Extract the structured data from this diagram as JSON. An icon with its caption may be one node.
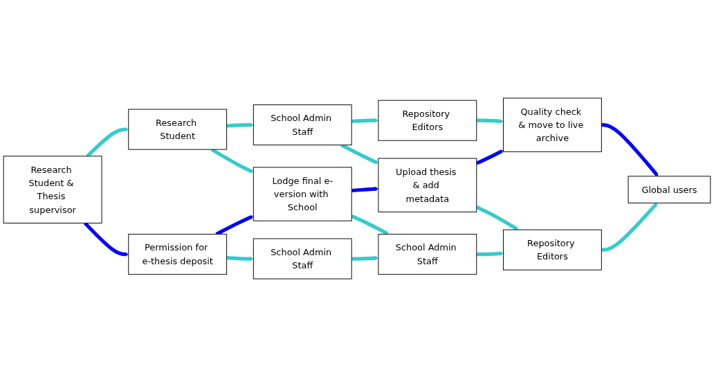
{
  "diagram": {
    "nodes": [
      {
        "text": [
          "Research Student & Thesis supervisor"
        ]
      },
      {
        "text": [
          "Research Student"
        ]
      },
      {
        "text": [
          "School Admin Staff"
        ]
      },
      {
        "text": [
          "Repository Editors"
        ]
      },
      {
        "text": [
          "Permission for e-thesis deposit"
        ]
      },
      {
        "text": [
          "Lodge final e-version with School"
        ]
      },
      {
        "text": [
          "Upload thesis & add metadata"
        ]
      },
      {
        "text": [
          "Quality check & move to live archive"
        ]
      },
      {
        "text": [
          "School Admin Staff"
        ]
      },
      {
        "text": [
          "School Admin Staff"
        ]
      },
      {
        "text": [
          "Repository Editors"
        ]
      },
      {
        "text": [
          "Global users"
        ]
      }
    ],
    "edges": [
      {
        "from": 0,
        "to": 1,
        "arrow": "to"
      },
      {
        "from": 1,
        "to": 2,
        "arrow": "to"
      },
      {
        "from": 2,
        "to": 3,
        "arrow": "to"
      },
      {
        "from": 0,
        "to": 4,
        "arrow": "to",
        "color": "#0000ff"
      },
      {
        "from": 1,
        "to": 5,
        "arrow": "to"
      },
      {
        "from": 2,
        "to": 6,
        "arrow": "to"
      },
      {
        "from": 3,
        "to": 7,
        "arrow": "to"
      },
      {
        "from": 4,
        "to": 5,
        "arrow": "to",
        "color": "#0000ff"
      },
      {
        "from": 5,
        "to": 6,
        "arrow": "to",
        "color": "#0000ff"
      },
      {
        "from": 6,
        "to": 7,
        "arrow": "to",
        "color": "#0000ff"
      },
      {
        "from": 4,
        "to": 8,
        "arrow": "to"
      },
      {
        "from": 5,
        "to": 9,
        "arrow": "to"
      },
      {
        "from": 6,
        "to": 10,
        "arrow": "to"
      },
      {
        "from": 7,
        "to": 11,
        "arrow": "to",
        "color": "#0000ff"
      },
      {
        "from": 8,
        "to": 9,
        "arrow": "to"
      },
      {
        "from": 9,
        "to": 10,
        "arrow": "to"
      },
      {
        "from": 10,
        "to": 11,
        "arrow": "to"
      }
    ]
  }
}
